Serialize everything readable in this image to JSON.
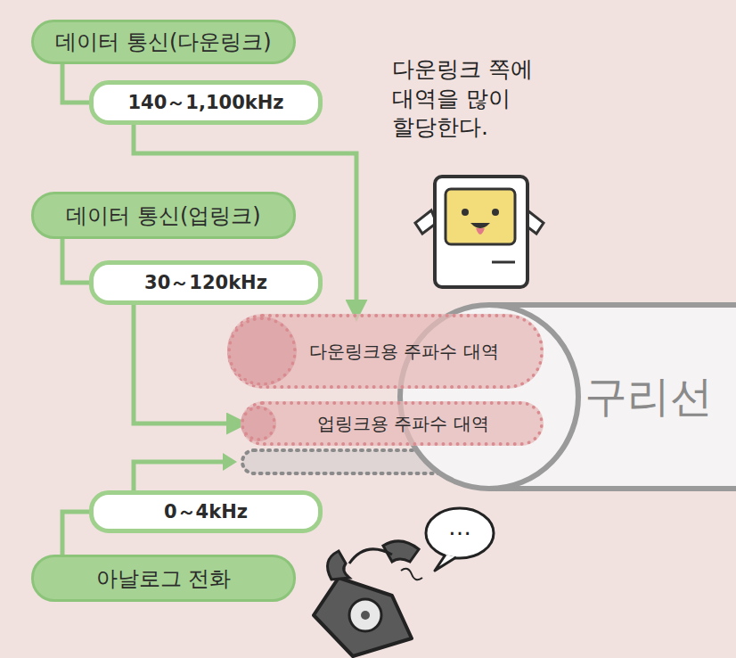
{
  "diagram": {
    "nodes": [
      {
        "text": [
          "데이터 통신(다운링크)"
        ]
      },
      {
        "text": [
          "140～1,100kHz"
        ]
      },
      {
        "text": [
          "데이터 통신(업링크)"
        ]
      },
      {
        "text": [
          "30～120kHz"
        ]
      },
      {
        "text": [
          "다운링크용 주파수 대역"
        ]
      },
      {
        "text": [
          "업링크용 주파수 대역"
        ]
      },
      {
        "text": [
          "구리선"
        ]
      },
      {
        "text": [
          "0～4kHz"
        ]
      },
      {
        "text": [
          "아날로그 전화"
        ]
      }
    ],
    "edges": [
      {
        "from": 0,
        "to": 1,
        "arrow": "none"
      },
      {
        "from": 1,
        "to": 4,
        "arrow": "to"
      },
      {
        "from": 2,
        "to": 3,
        "arrow": "none"
      },
      {
        "from": 3,
        "to": 5,
        "arrow": "to"
      },
      {
        "from": 8,
        "to": 7,
        "arrow": "none"
      }
    ],
    "labels": [
      "다운링크 쪽에 대역을 많이 할당한다.",
      "…"
    ]
  }
}
